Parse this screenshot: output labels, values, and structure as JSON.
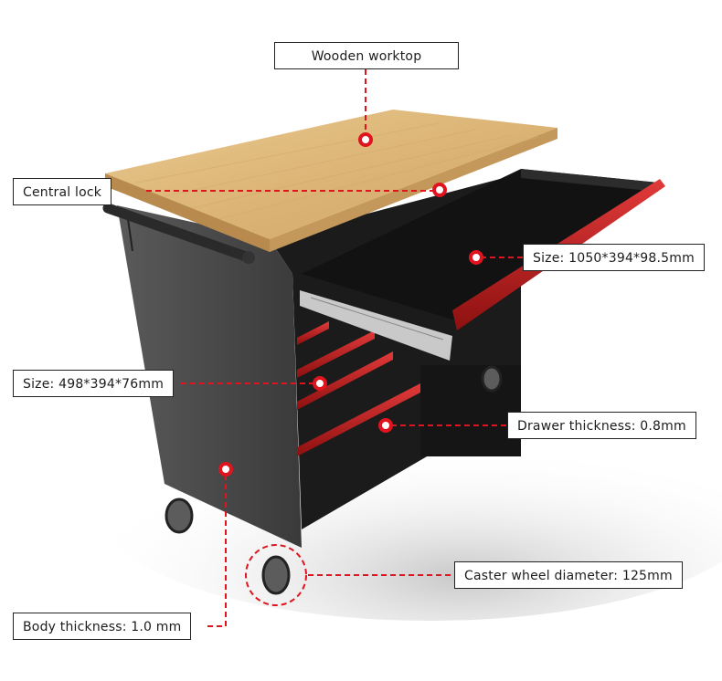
{
  "diagram": {
    "subject": "Rolling tool cabinet workbench with open drawer",
    "accent_color": "#e0141e",
    "callouts": [
      {
        "id": "worktop",
        "label": "Wooden worktop"
      },
      {
        "id": "lock",
        "label": "Central lock"
      },
      {
        "id": "top_drawer",
        "label": "Size: 1050*394*98.5mm"
      },
      {
        "id": "small_drawers",
        "label": "Size: 498*394*76mm"
      },
      {
        "id": "drawer_thickness",
        "label": "Drawer thickness: 0.8mm"
      },
      {
        "id": "caster",
        "label": "Caster wheel diameter: 125mm"
      },
      {
        "id": "body_thickness",
        "label": "Body thickness: 1.0 mm"
      }
    ]
  }
}
